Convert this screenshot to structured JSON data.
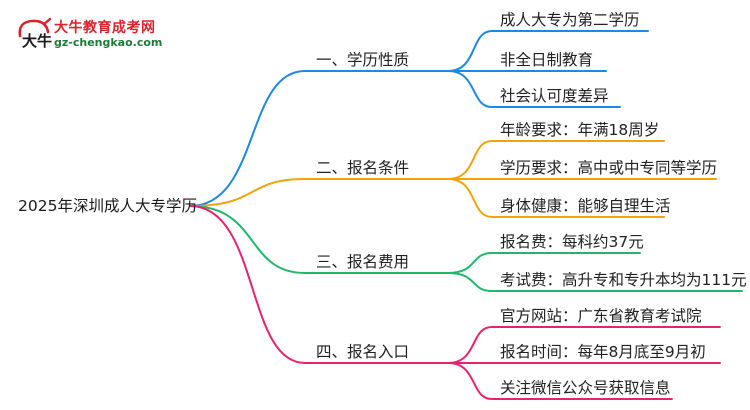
{
  "logo": {
    "name": "大牛教育成考网",
    "url": "gz-chengkao.com",
    "mark_text": "大牛"
  },
  "root": "2025年深圳成人大专学历",
  "colors": {
    "b1": "#1e88e5",
    "b2": "#f2a20c",
    "b3": "#1fb86a",
    "b4": "#e8236e"
  },
  "branches": [
    {
      "label": "一、学历性质",
      "color": "#1e88e5",
      "leaves": [
        "成人大专为第二学历",
        "非全日制教育",
        "社会认可度差异"
      ]
    },
    {
      "label": "二、报名条件",
      "color": "#f2a20c",
      "leaves": [
        "年龄要求：年满18周岁",
        "学历要求：高中或中专同等学历",
        "身体健康：能够自理生活"
      ]
    },
    {
      "label": "三、报名费用",
      "color": "#1fb86a",
      "leaves": [
        "报名费：每科约37元",
        "考试费：高升专和专升本均为111元"
      ]
    },
    {
      "label": "四、报名入口",
      "color": "#e8236e",
      "leaves": [
        "官方网站：广东省教育考试院",
        "报名时间：每年8月底至9月初",
        "关注微信公众号获取信息"
      ]
    }
  ]
}
